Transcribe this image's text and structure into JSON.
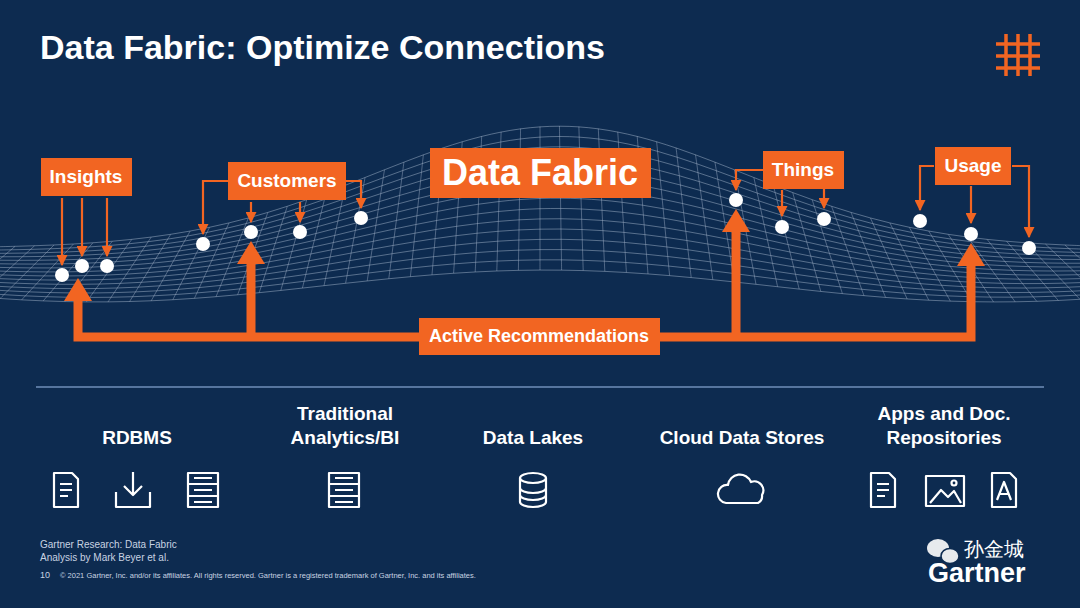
{
  "diagram": {
    "title": "Data Fabric: Optimize Connections",
    "nodes": [
      {
        "text": [
          "Insights"
        ]
      },
      {
        "text": [
          "Customers"
        ]
      },
      {
        "text": [
          "Data Fabric"
        ]
      },
      {
        "text": [
          "Things"
        ]
      },
      {
        "text": [
          "Usage"
        ]
      },
      {
        "text": [
          "Active Recommendations"
        ]
      }
    ],
    "labels": [
      "RDBMS",
      "Traditional Analytics/BI",
      "Data Lakes",
      "Cloud Data Stores",
      "Apps and Doc. Repositories",
      "Gartner Research: Data Fabric",
      "Analysis by Mark Beyer et al.",
      "10",
      "© 2021 Gartner, Inc. and/or its affiliates. All rights reserved. Gartner is a registered trademark of Gartner, Inc. and its affiliates.",
      "孙金城",
      "Gartner"
    ]
  }
}
